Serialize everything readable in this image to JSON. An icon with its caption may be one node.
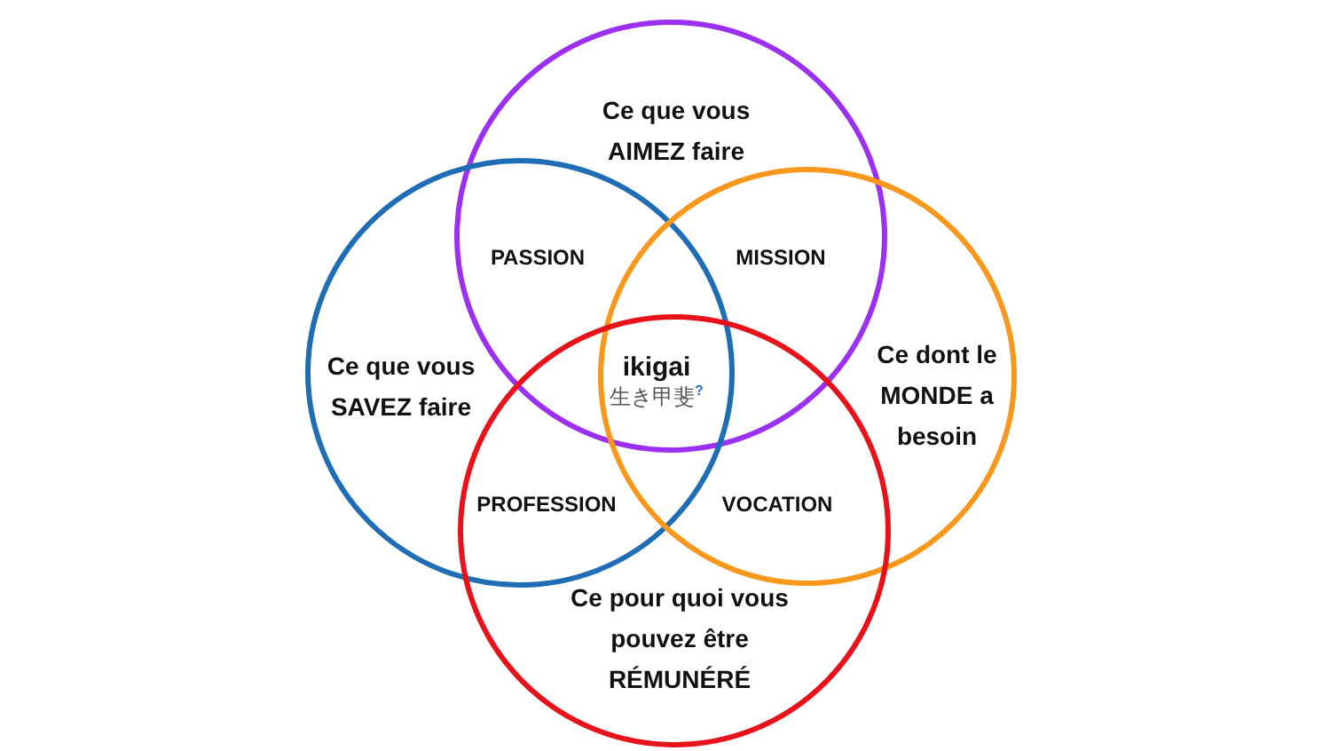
{
  "diagram": {
    "nodes": [
      {
        "text": [
          "Ce que vous AIMEZ faire"
        ]
      },
      {
        "text": [
          "Ce que vous SAVEZ faire"
        ]
      },
      {
        "text": [
          "Ce dont le MONDE a besoin"
        ]
      },
      {
        "text": [
          "Ce pour quoi vous pouvez être RÉMUNÉRÉ"
        ]
      }
    ],
    "labels": [
      "PASSION",
      "MISSION",
      "ikigai",
      "生き甲斐$^{?}$",
      "PROFESSION",
      "VOCATION"
    ]
  }
}
